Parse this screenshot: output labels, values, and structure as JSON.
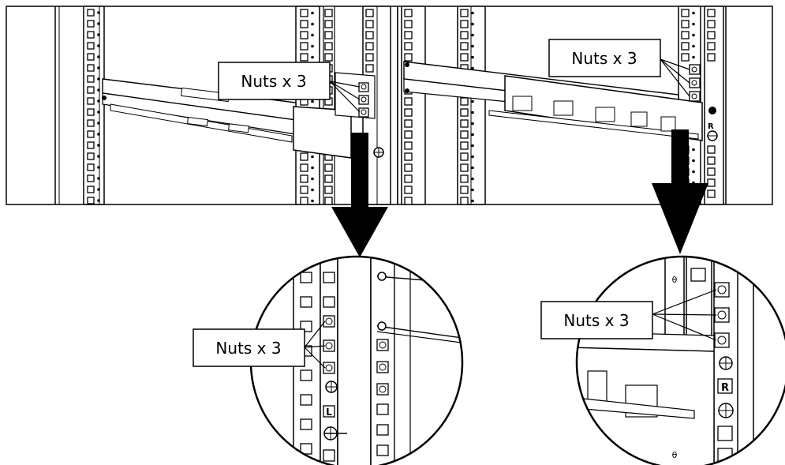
{
  "callouts": {
    "left_top": "Nuts x 3",
    "right_top": "Nuts x 3",
    "left_zoom": "Nuts x 3",
    "right_zoom": "Nuts x 3"
  },
  "rail_marks": {
    "left": "L",
    "right": "R"
  },
  "colors": {
    "line": "#000000",
    "background": "#ffffff"
  }
}
